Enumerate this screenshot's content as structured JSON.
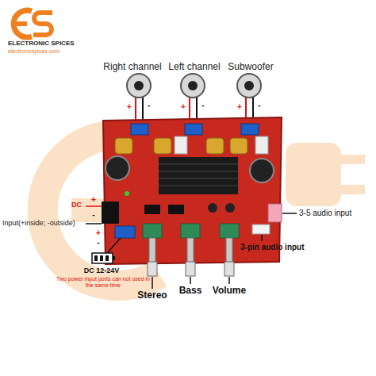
{
  "diagram": {
    "labels": [
      "ELECTRONIC SPICES",
      "electronicspices.com",
      "Right channel",
      "Left channel",
      "Subwoofer",
      "+",
      "-",
      "+",
      "-",
      "+",
      "-",
      "DC",
      "+",
      "-",
      "Input(+inside; -outside)",
      "+",
      "-",
      "DC 12-24V",
      "Two power input ports can not used in the same time",
      "Stereo",
      "Bass",
      "Volume",
      "3-5 audio input",
      "3-pin audio input"
    ]
  }
}
